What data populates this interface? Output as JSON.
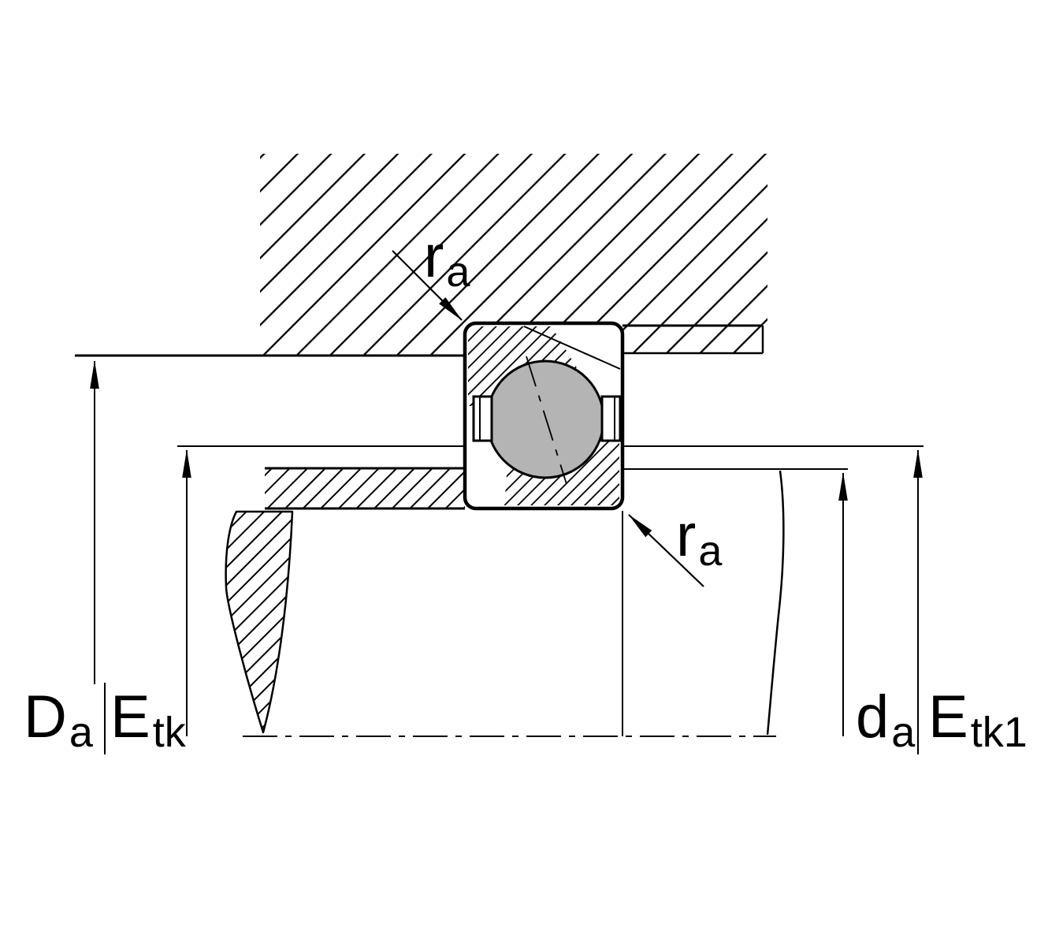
{
  "colors": {
    "background": "#ffffff",
    "line": "#000000",
    "ball_fill": "#b4b4b4"
  },
  "labels": {
    "Da": {
      "main": "D",
      "sub": "a"
    },
    "Etk": {
      "main": "E",
      "sub": "tk"
    },
    "da": {
      "main": "d",
      "sub": "a"
    },
    "Etk1": {
      "main": "E",
      "sub": "tk1"
    },
    "ra_top": {
      "main": "r",
      "sub": "a"
    },
    "ra_bottom": {
      "main": "r",
      "sub": "a"
    }
  }
}
